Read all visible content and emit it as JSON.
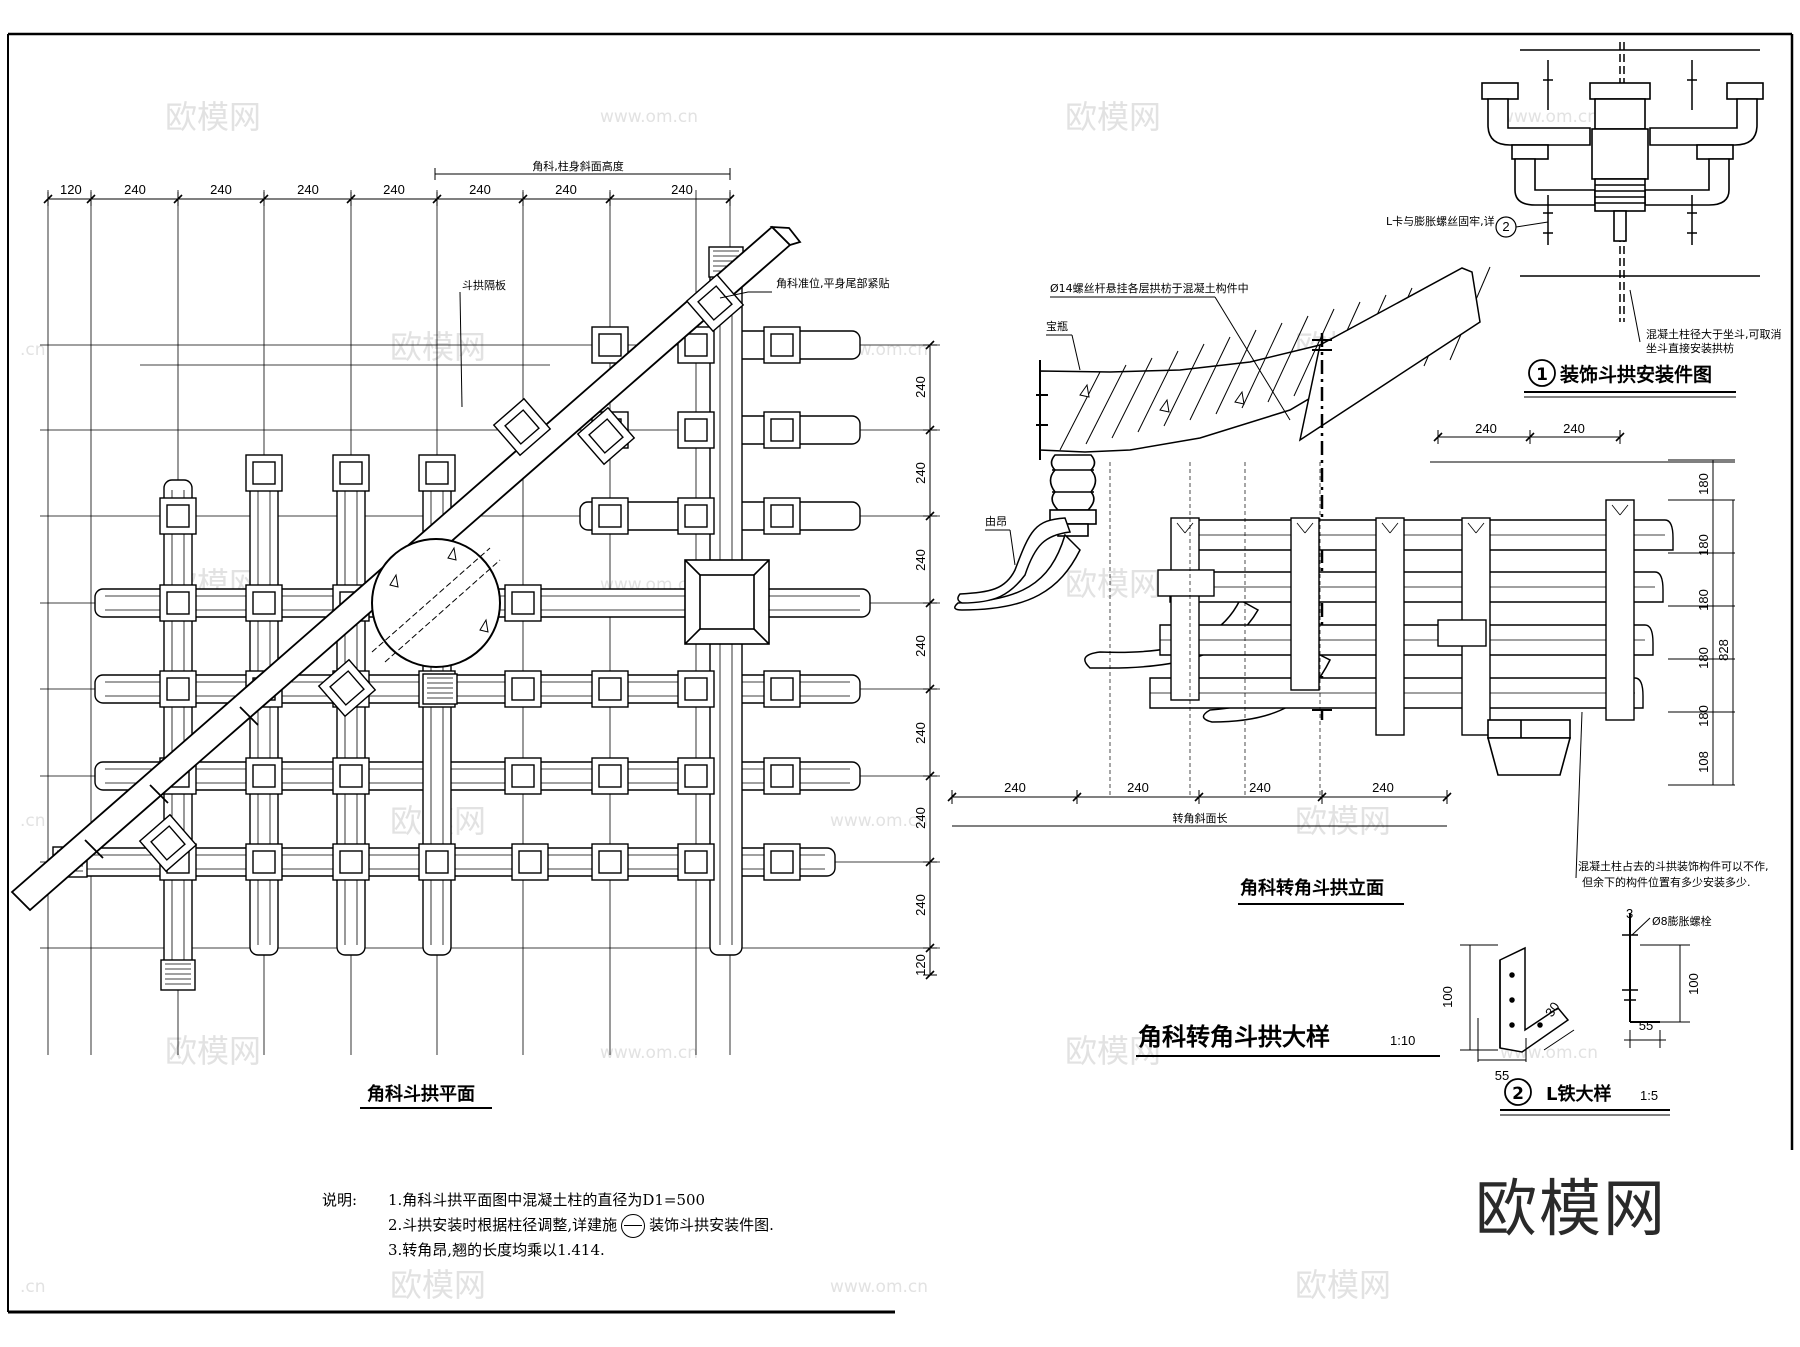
{
  "watermark": {
    "logo_text": "欧模网",
    "site": "www.om.cn",
    "site_short": ".cn"
  },
  "brand_logo": "欧模网",
  "plan": {
    "title": "角科斗拱平面",
    "top_dims": [
      "120",
      "240",
      "240",
      "240",
      "240",
      "240",
      "240",
      "240"
    ],
    "top_span_label": "角科,柱身斜面高度",
    "right_dims": [
      "240",
      "240",
      "240",
      "240",
      "240",
      "240",
      "240",
      "120"
    ],
    "label_partition": "斗拱隔板",
    "label_corner": "角科准位,平身尾部紧贴"
  },
  "elevation": {
    "title": "角科转角斗拱立面",
    "label_bolt": "Ø14螺丝杆悬挂各层拱枋于混凝土构件中",
    "label_baoping": "宝瓶",
    "label_ang": "由昂",
    "bottom_dims": [
      "240",
      "240",
      "240",
      "240"
    ],
    "bottom_span_label": "转角斜面长",
    "top_dims": [
      "240",
      "240"
    ],
    "right_dims": [
      "180",
      "180",
      "180",
      "180",
      "180",
      "108"
    ],
    "total_height": "828",
    "note_line1": "混凝土柱占去的斗拱装饰构件可以不作,",
    "note_line2": "但余下的构件位置有多少安装多少."
  },
  "install": {
    "number": "1",
    "title": "装饰斗拱安装件图",
    "label_lclip": "L卡与膨胀螺丝固牢,详",
    "ref_number": "2",
    "note_line1": "混凝土柱径大于坐斗,可取消",
    "note_line2": "坐斗直接安装拱枋"
  },
  "detail": {
    "title": "角科转角斗拱大样",
    "scale": "1:10"
  },
  "liron": {
    "number": "2",
    "title": "L铁大样",
    "scale": "1:5",
    "dim_height_left": "100",
    "dim_width_left": "55",
    "dim_depth": "30",
    "dim_height_right": "100",
    "dim_width_right": "55",
    "label_bolt": "Ø8膨胀螺栓",
    "mark_3": "3"
  },
  "explain": {
    "lead": "说明:",
    "item1": "1.角科斗拱平面图中混凝土柱的直径为D1=500",
    "item2_a": "2.斗拱安装时根据柱径调整,详建施",
    "item2_b": "装饰斗拱安装件图.",
    "item3": "3.转角昂,翘的长度均乘以1.414."
  }
}
